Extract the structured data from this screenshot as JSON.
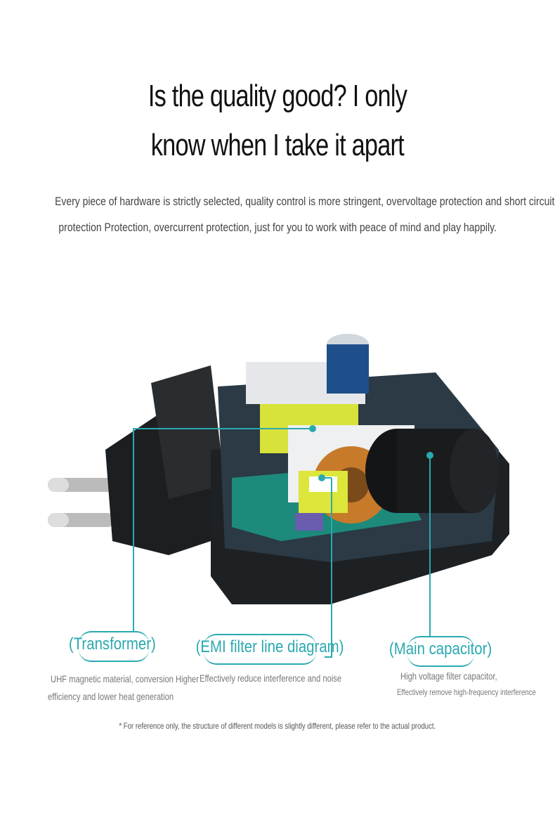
{
  "header": {
    "title_line1": "Is the quality good? I only",
    "title_line2": "know when I take it apart",
    "description_line1": "Every piece of hardware is strictly selected, quality control is more stringent, overvoltage protection and short circuit",
    "description_line2": "protection Protection, overcurrent protection, just for you to work with peace of mind and play happily."
  },
  "callouts": [
    {
      "label": "(Transformer)",
      "desc_line1": "UHF magnetic material, conversion Higher",
      "desc_line2": "efficiency and lower heat generation"
    },
    {
      "label": "(EMI filter line diagram)",
      "desc_line1": "Effectively reduce interference and noise"
    },
    {
      "label": "(Main capacitor)",
      "desc_line1": "High voltage filter capacitor,",
      "desc_line2": "Effectively remove high-frequency interference"
    }
  ],
  "footnote": "* For reference only, the structure of different models is slightly different, please refer to the actual product.",
  "colors": {
    "accent": "#2aa9b0",
    "text": "#111111",
    "muted": "#777777"
  }
}
